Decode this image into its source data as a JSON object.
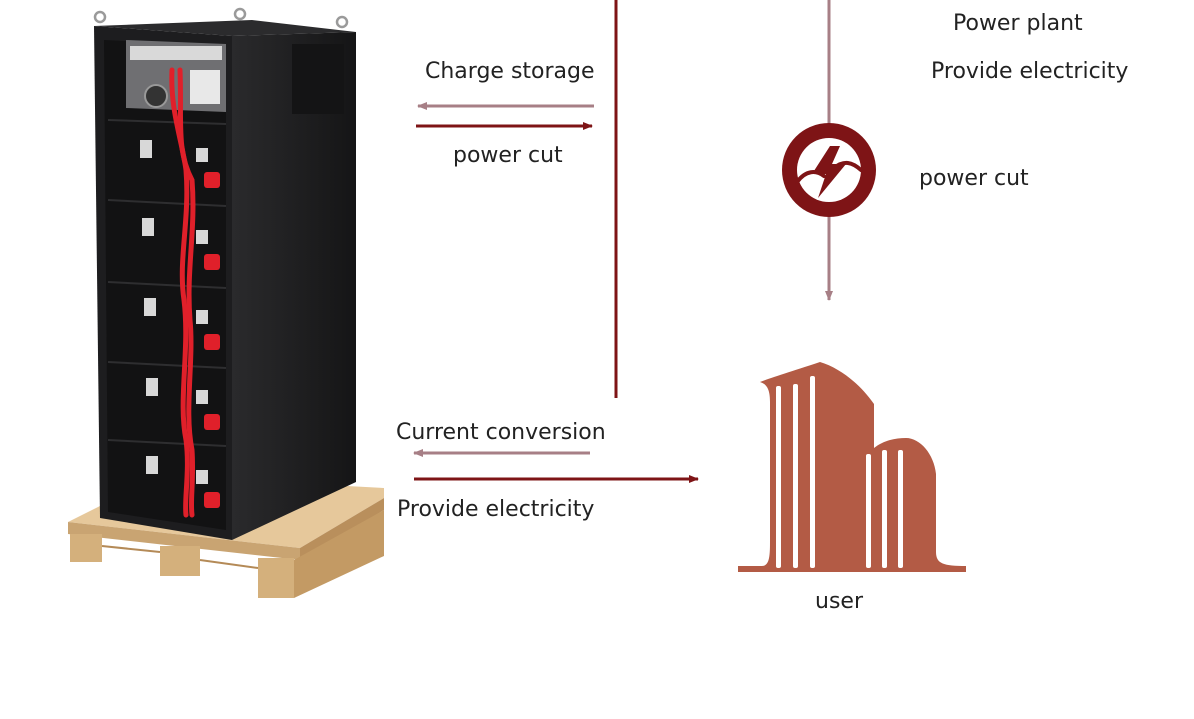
{
  "labels": {
    "power_plant": "Power plant",
    "provide_electricity_top": "Provide electricity",
    "power_cut_right": "power cut",
    "charge_storage": "Charge storage",
    "power_cut_left": "power cut",
    "current_conversion": "Current conversion",
    "provide_electricity_bottom": "Provide electricity",
    "user": "user"
  },
  "icons": {
    "battery_rack": "battery-rack-icon",
    "power_outage": "power-outage-icon",
    "building": "building-icon"
  },
  "colors": {
    "dark_red": "#7e1416",
    "muted_mauve": "#a77f86",
    "building_brown": "#b35b45",
    "label_text": "#222222",
    "rack_black": "#1d1d1f",
    "cable_red": "#e0202a",
    "pallet_wood": "#d9b98a"
  }
}
